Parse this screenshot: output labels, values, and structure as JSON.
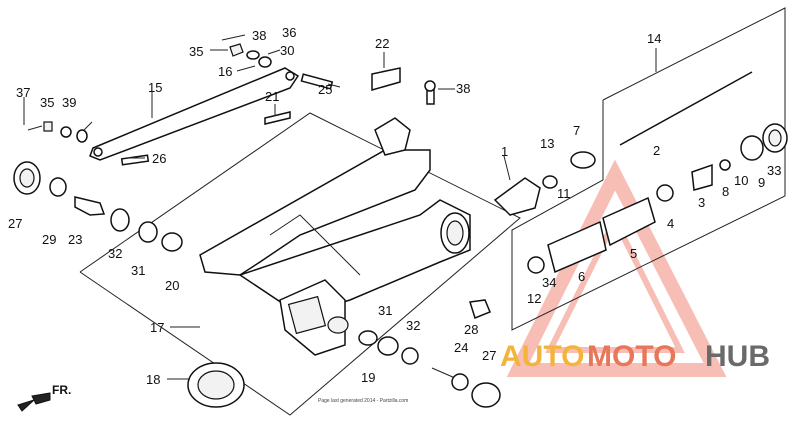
{
  "diagram": {
    "part_labels": [
      "1",
      "2",
      "3",
      "4",
      "5",
      "6",
      "7",
      "8",
      "9",
      "10",
      "11",
      "12",
      "13",
      "14",
      "15",
      "16",
      "17",
      "18",
      "19",
      "20",
      "21",
      "22",
      "23",
      "24",
      "25",
      "26",
      "27",
      "27",
      "28",
      "29",
      "30",
      "31",
      "31",
      "32",
      "32",
      "33",
      "34",
      "35",
      "35",
      "36",
      "37",
      "38",
      "38",
      "39"
    ],
    "front_marker": "FR.",
    "footer_text": "Page last generated 2014 - Partzilla.com"
  },
  "watermark": {
    "part1": "AUTO",
    "part2": "MOTO",
    "part3": "HUB"
  },
  "colors": {
    "watermark_yellow": "#f4b43c",
    "watermark_red": "#e8765a",
    "watermark_gray": "#6a6a6a",
    "line": "#222222"
  }
}
